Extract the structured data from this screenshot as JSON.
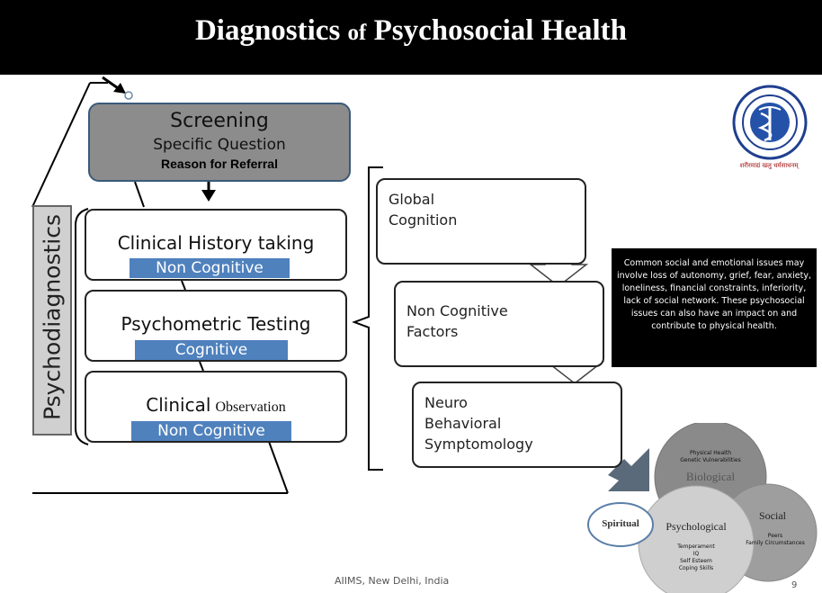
{
  "header": {
    "title_a": "Diagnostics",
    "title_of": "of",
    "title_b": "Psychosocial Health"
  },
  "screening": {
    "title": "Screening",
    "subtitle": "Specific Question",
    "referral": "Reason for Referral"
  },
  "side_label": "Psychodiagnostics",
  "steps": [
    {
      "title": "Clinical History taking",
      "tag": "Non Cognitive"
    },
    {
      "title": "Psychometric Testing",
      "tag": "Cognitive"
    },
    {
      "title_a": "Clinical",
      "title_b": "Observation",
      "tag": "Non Cognitive"
    }
  ],
  "cognitive_flow": [
    {
      "line1": "Global",
      "line2": "Cognition"
    },
    {
      "line1": "Non Cognitive",
      "line2": "Factors"
    },
    {
      "line1": "Neuro",
      "line2": "Behavioral",
      "line3": "Symptomology"
    }
  ],
  "note": "Common social and emotional issues may involve loss of autonomy, grief, fear, anxiety, loneliness, financial constraints, inferiority, lack of social network. These psychosocial issues can also have an impact on and contribute to physical health.",
  "logo": {
    "caption": "शरीरमाद्यं खलु धर्मसाधनम्"
  },
  "venn": {
    "biological": {
      "label": "Biological",
      "line1": "Physical Health",
      "line2": "Genetic Vulnerabilities"
    },
    "social": {
      "label": "Social",
      "line1": "Peers",
      "line2": "Family Circumstances"
    },
    "psychological": {
      "label": "Psychological",
      "items": [
        "Temperament",
        "IQ",
        "Self Esteem",
        "Coping Skills"
      ]
    },
    "spiritual": {
      "label": "Spiritual"
    }
  },
  "footer": "AIIMS, New Delhi, India",
  "page_number": "9"
}
